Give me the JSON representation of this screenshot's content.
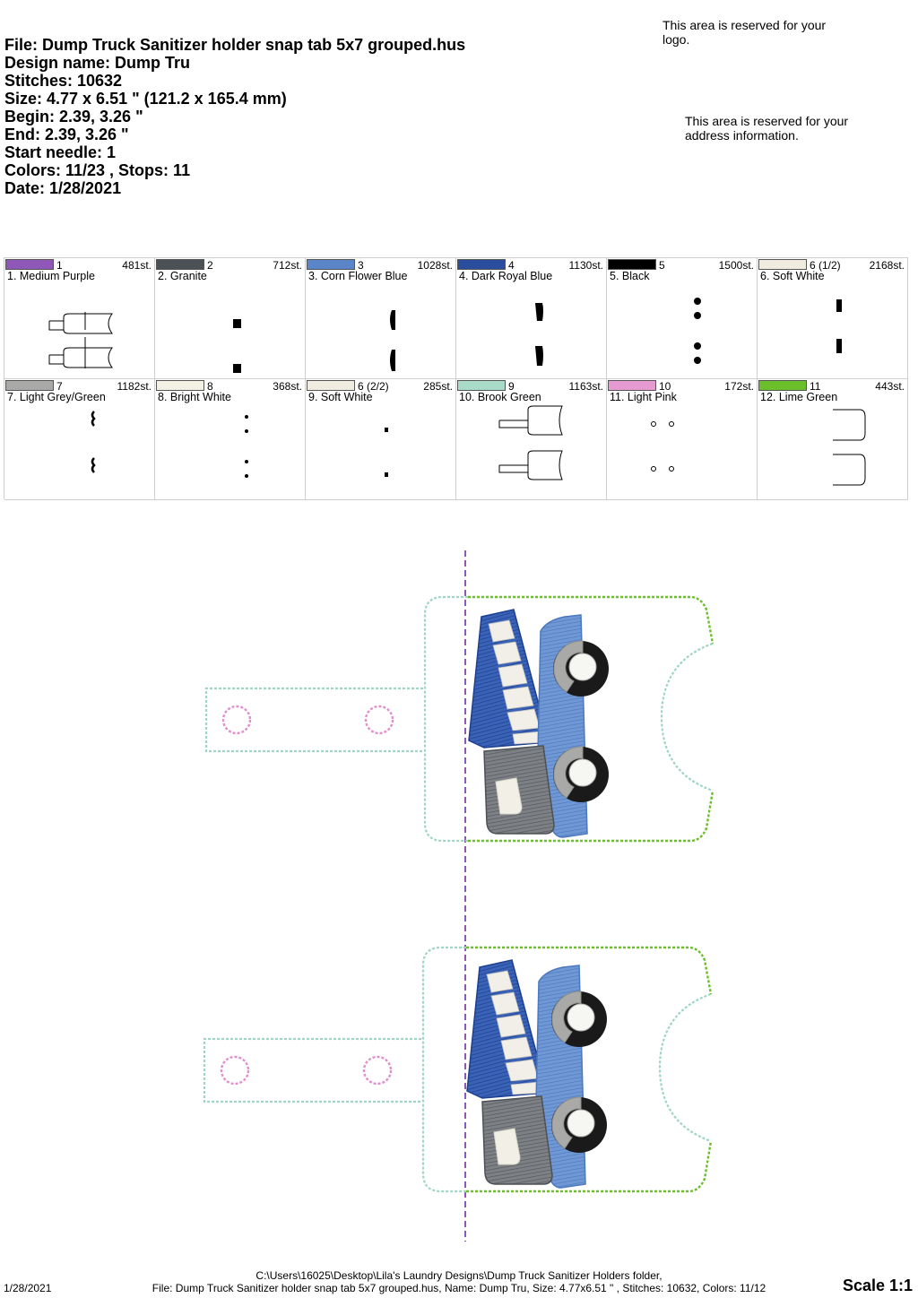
{
  "header": {
    "file": "File: Dump Truck Sanitizer holder snap tab 5x7 grouped.hus",
    "design_name": "Design name: Dump Tru",
    "stitches": "Stitches: 10632",
    "size": "Size: 4.77 x 6.51 \" (121.2 x 165.4 mm)",
    "begin": "Begin: 2.39, 3.26 \"",
    "end": "End: 2.39, 3.26 \"",
    "start_needle": "Start needle: 1",
    "colors_stops": "Colors: 11/23 , Stops: 11",
    "date": "Date: 1/28/2021"
  },
  "reserved": {
    "logo": "This area is reserved for your logo.",
    "address": "This area is reserved for your address information."
  },
  "colors": [
    {
      "num": "1",
      "stitches": "481st.",
      "name": "1. Medium Purple",
      "hex": "#8f58b8",
      "thumb": "tab-outline"
    },
    {
      "num": "2",
      "stitches": "712st.",
      "name": "2. Granite",
      "hex": "#4b5155",
      "thumb": "granite"
    },
    {
      "num": "3",
      "stitches": "1028st.",
      "name": "3. Corn Flower Blue",
      "hex": "#5a86c9",
      "thumb": "cornflower"
    },
    {
      "num": "4",
      "stitches": "1130st.",
      "name": "4. Dark Royal Blue",
      "hex": "#2a4d9e",
      "thumb": "royal"
    },
    {
      "num": "5",
      "stitches": "1500st.",
      "name": "5. Black",
      "hex": "#000000",
      "thumb": "black-dots"
    },
    {
      "num": "6 (1/2)",
      "stitches": "2168st.",
      "name": "6. Soft White",
      "hex": "#f1ece0",
      "thumb": "softwhite1"
    },
    {
      "num": "7",
      "stitches": "1182st.",
      "name": "7. Light Grey/Green",
      "hex": "#a9aaa7",
      "thumb": "greygreen"
    },
    {
      "num": "8",
      "stitches": "368st.",
      "name": "8. Bright White",
      "hex": "#f3f1e4",
      "thumb": "brightwhite"
    },
    {
      "num": "6 (2/2)",
      "stitches": "285st.",
      "name": "9. Soft White",
      "hex": "#f1ece0",
      "thumb": "softwhite2"
    },
    {
      "num": "9",
      "stitches": "1163st.",
      "name": "10. Brook Green",
      "hex": "#a8dcc8",
      "thumb": "tab-outline-right"
    },
    {
      "num": "10",
      "stitches": "172st.",
      "name": "11. Light Pink",
      "hex": "#e59ad2",
      "thumb": "small-circles"
    },
    {
      "num": "11",
      "stitches": "443st.",
      "name": "12. Lime Green",
      "hex": "#6bbf2a",
      "thumb": "brackets"
    }
  ],
  "footer": {
    "date": "1/28/2021",
    "path": "C:\\Users\\16025\\Desktop\\Lila's Laundry Designs\\Dump Truck Sanitizer Holders folder,",
    "summary": "File: Dump Truck Sanitizer holder snap tab 5x7 grouped.hus, Name: Dump Tru, Size: 4.77x6.51 \" , Stitches: 10632, Colors: 11/12",
    "scale": "Scale 1:1"
  }
}
